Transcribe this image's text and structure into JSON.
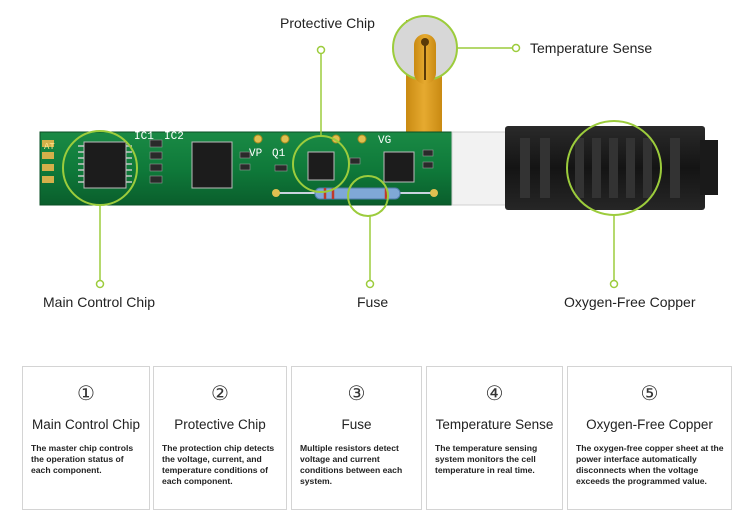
{
  "callouts": {
    "protective_chip": "Protective Chip",
    "temperature_sense": "Temperature Sense",
    "main_control_chip": "Main Control Chip",
    "fuse": "Fuse",
    "oxygen_free_copper": "Oxygen-Free Copper"
  },
  "board_markings": {
    "ic1": "IC1",
    "ic2": "IC2",
    "vp": "VP",
    "q1": "Q1",
    "vg": "VG",
    "at": "AT"
  },
  "cards": [
    {
      "number": "①",
      "title": "Main Control Chip",
      "description": "The master chip controls the operation status of each component."
    },
    {
      "number": "②",
      "title": "Protective Chip",
      "description": "The protection chip detects the voltage, current, and temperature conditions of each component."
    },
    {
      "number": "③",
      "title": "Fuse",
      "description": "Multiple resistors detect voltage and current conditions between each system."
    },
    {
      "number": "④",
      "title": "Temperature Sense",
      "description": "The temperature sensing system monitors the cell temperature in real time."
    },
    {
      "number": "⑤",
      "title": "Oxygen-Free Copper",
      "description": "The oxygen-free copper sheet at the power interface automatically disconnects when the voltage exceeds the programmed value."
    }
  ],
  "colors": {
    "pcb_green": "#0f7a3a",
    "callout_green": "#9ccc3c",
    "connector_black": "#1c1c1c",
    "flex_cable_orange": "#d99a1e"
  }
}
